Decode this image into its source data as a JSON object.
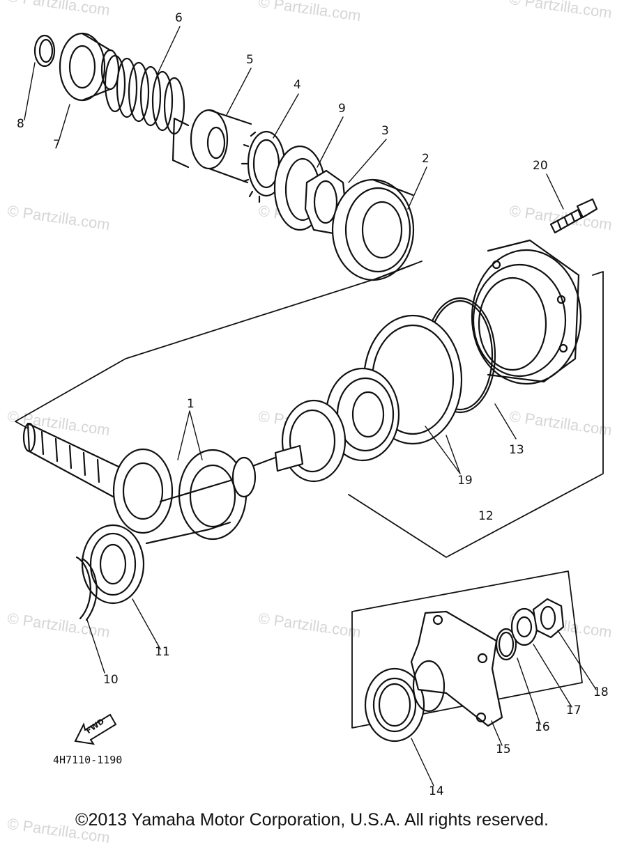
{
  "watermark": "© Partzilla.com",
  "callouts": {
    "c1": "1",
    "c2": "2",
    "c3": "3",
    "c4": "4",
    "c5": "5",
    "c6": "6",
    "c7": "7",
    "c8": "8",
    "c9": "9",
    "c10": "10",
    "c11": "11",
    "c12": "12",
    "c13": "13",
    "c14": "14",
    "c15": "15",
    "c16": "16",
    "c17": "17",
    "c18": "18",
    "c19": "19",
    "c20": "20"
  },
  "fwd_label": "FWD",
  "part_code": "4H7110-1190",
  "copyright": "©2013 Yamaha Motor Corporation, U.S.A. All rights reserved."
}
